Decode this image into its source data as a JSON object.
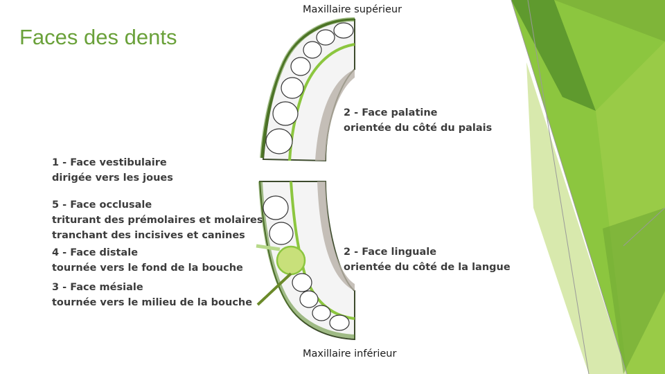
{
  "title": "Faces des dents",
  "upper_jaw_label": "Maxillaire supérieur",
  "lower_jaw_label": "Maxillaire inférieur",
  "labels": {
    "vestibulaire": {
      "line1": "1 - Face vestibulaire",
      "line2": "dirigée vers les joues"
    },
    "occlusale": {
      "line1": "5 - Face occlusale",
      "line2": "triturant des prémolaires et molaires",
      "line3": "tranchant des incisives et canines"
    },
    "distale": {
      "line1": "4 - Face distale",
      "line2": "tournée vers le fond de la bouche"
    },
    "mesiale": {
      "line1": "3 - Face mésiale",
      "line2": "tournée vers le milieu de la bouche"
    },
    "palatine": {
      "line1": "2 - Face palatine",
      "line2": "orientée du côté du palais"
    },
    "linguale": {
      "line1": "2 - Face linguale",
      "line2": "orientée du côté de la langue"
    }
  },
  "colors": {
    "title": "#6aa13a",
    "highlight_green": "#8cc63f",
    "dark_green": "#5a8a2a",
    "label_text": "#3c3c3c"
  }
}
